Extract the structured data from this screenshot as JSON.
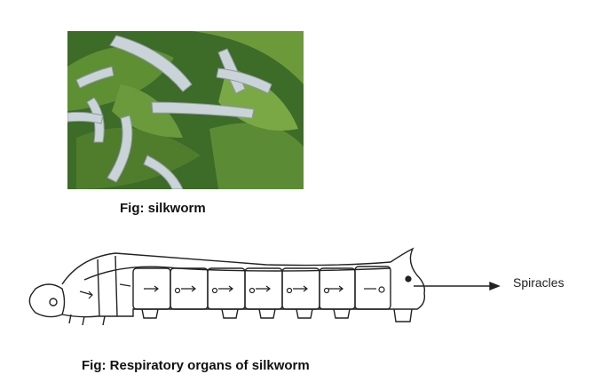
{
  "figure1": {
    "caption": "Fig: silkworm"
  },
  "figure2": {
    "caption": "Fig: Respiratory organs of silkworm",
    "label": "Spiracles"
  },
  "colors": {
    "leaf_dark": "#2f5a20",
    "leaf_light": "#6c9a3a",
    "worm": "#c9d3d8",
    "line": "#222222"
  }
}
